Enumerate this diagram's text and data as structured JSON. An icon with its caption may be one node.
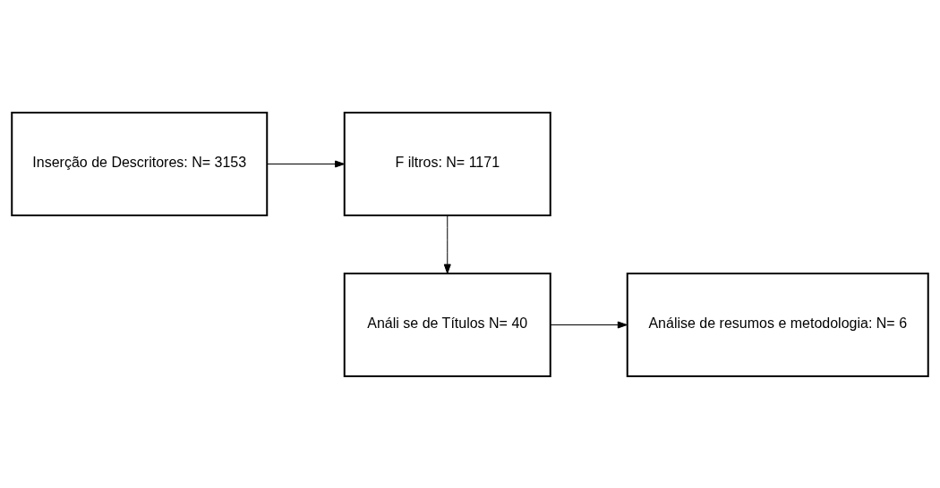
{
  "diagram": {
    "nodes": [
      {
        "text": [
          "Inserção de Descritores: N= 3153"
        ]
      },
      {
        "text": [
          "F iltros: N= 1171"
        ]
      },
      {
        "text": [
          "Análi se de Títulos N= 40"
        ]
      },
      {
        "text": [
          "Análise de resumos e metodologia: N= 6"
        ]
      }
    ],
    "edges": [
      {
        "from": 0,
        "to": 1,
        "arrow": "to"
      },
      {
        "from": 1,
        "to": 2,
        "arrow": "to"
      },
      {
        "from": 2,
        "to": 3,
        "arrow": "to"
      }
    ]
  }
}
